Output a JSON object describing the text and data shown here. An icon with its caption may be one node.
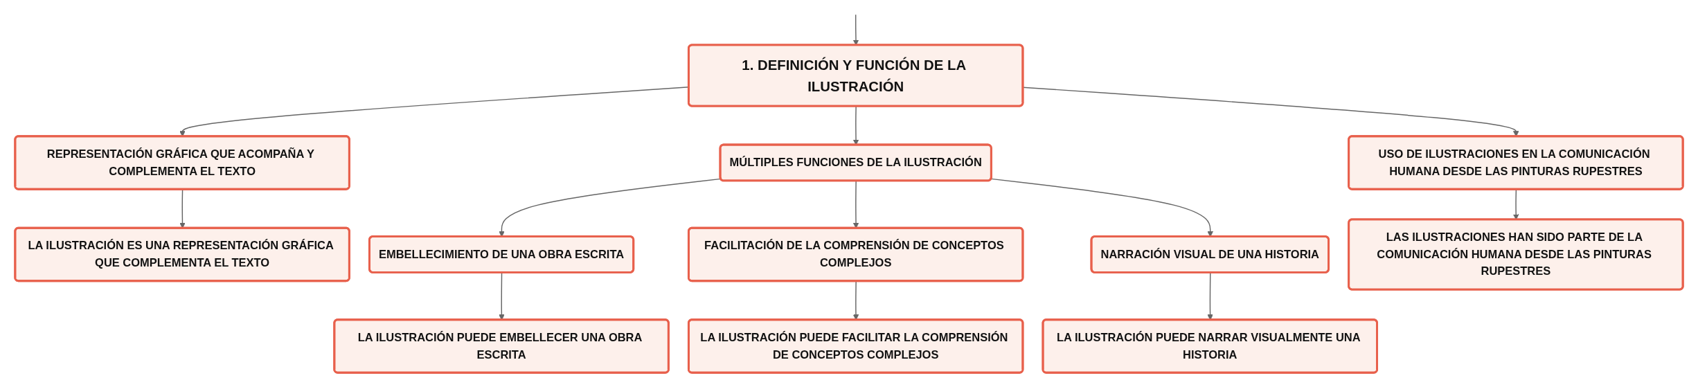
{
  "diagram": {
    "nodes": [
      {
        "text": [
          "1. DEFINICIÓN Y FUNCIÓN DE LA ILUSTRACIÓN"
        ]
      },
      {
        "text": [
          "REPRESENTACIÓN GRÁFICA QUE ACOMPAÑA Y COMPLEMENTA EL TEXTO"
        ]
      },
      {
        "text": [
          "LA ILUSTRACIÓN ES UNA REPRESENTACIÓN GRÁFICA QUE COMPLEMENTA EL TEXTO"
        ]
      },
      {
        "text": [
          "MÚLTIPLES FUNCIONES DE LA ILUSTRACIÓN"
        ]
      },
      {
        "text": [
          "EMBELLECIMIENTO DE UNA OBRA ESCRITA"
        ]
      },
      {
        "text": [
          "LA ILUSTRACIÓN PUEDE EMBELLECER UNA OBRA ESCRITA"
        ]
      },
      {
        "text": [
          "FACILITACIÓN DE LA COMPRENSIÓN DE CONCEPTOS COMPLEJOS"
        ]
      },
      {
        "text": [
          "LA ILUSTRACIÓN PUEDE FACILITAR LA COMPRENSIÓN DE CONCEPTOS COMPLEJOS"
        ]
      },
      {
        "text": [
          "NARRACIÓN VISUAL DE UNA HISTORIA"
        ]
      },
      {
        "text": [
          "LA ILUSTRACIÓN PUEDE NARRAR VISUALMENTE UNA HISTORIA"
        ]
      },
      {
        "text": [
          "USO DE ILUSTRACIONES EN LA COMUNICACIÓN HUMANA DESDE LAS PINTURAS RUPESTRES"
        ]
      },
      {
        "text": [
          "LAS ILUSTRACIONES HAN SIDO PARTE DE LA COMUNICACIÓN HUMANA DESDE LAS PINTURAS RUPESTRES"
        ]
      }
    ],
    "edges": [
      {
        "from": null,
        "to": 0,
        "arrow": "to"
      },
      {
        "from": 0,
        "to": 1,
        "arrow": "to"
      },
      {
        "from": 1,
        "to": 2,
        "arrow": "to"
      },
      {
        "from": 0,
        "to": 3,
        "arrow": "to"
      },
      {
        "from": 3,
        "to": 4,
        "arrow": "to"
      },
      {
        "from": 4,
        "to": 5,
        "arrow": "to"
      },
      {
        "from": 3,
        "to": 6,
        "arrow": "to"
      },
      {
        "from": 6,
        "to": 7,
        "arrow": "to"
      },
      {
        "from": 3,
        "to": 8,
        "arrow": "to"
      },
      {
        "from": 8,
        "to": 9,
        "arrow": "to"
      },
      {
        "from": 0,
        "to": 10,
        "arrow": "to"
      },
      {
        "from": 10,
        "to": 11,
        "arrow": "to"
      }
    ]
  }
}
